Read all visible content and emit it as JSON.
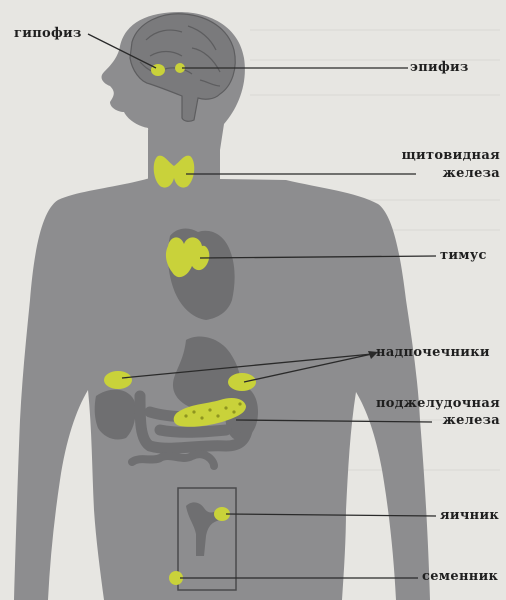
{
  "labels": {
    "pituitary": "гипофиз",
    "pineal": "эпифиз",
    "thyroid_line1": "щитовидная",
    "thyroid_line2": "железа",
    "thymus": "тимус",
    "adrenals": "надпочечники",
    "pancreas_line1": "поджелудочная",
    "pancreas_line2": "железа",
    "ovary": "яичник",
    "testis": "семенник"
  },
  "colors": {
    "background": "#e7e6e2",
    "body_silhouette": "#8d8d8f",
    "organ_dark": "#6f6f71",
    "gland_highlight": "#c9d23a",
    "leader_line": "#2a2a2a"
  }
}
